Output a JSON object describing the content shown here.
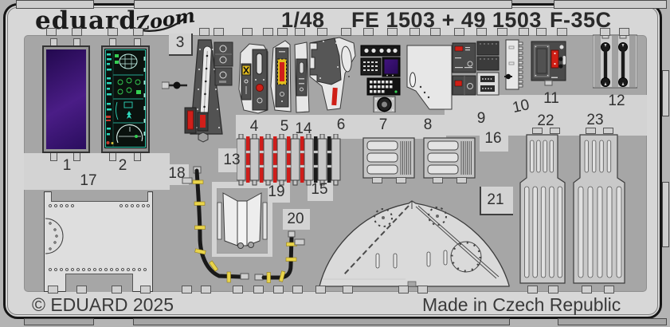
{
  "header": {
    "brand": "eduard",
    "brand_sub": "Zoom",
    "scale": "1/48",
    "product_code": "FE 1503 + 49 1503",
    "subject": "F-35C"
  },
  "footer": {
    "copyright": "© EDUARD 2025",
    "origin": "Made in Czech Republic"
  },
  "part_labels": {
    "p1": "1",
    "p2": "2",
    "p3": "3",
    "p4": "4",
    "p5": "5",
    "p6": "6",
    "p7": "7",
    "p8": "8",
    "p9": "9",
    "p10": "10",
    "p11": "11",
    "p12": "12",
    "p13": "13",
    "p14": "14",
    "p15": "15",
    "p16": "16",
    "p17": "17",
    "p18": "18",
    "p19": "19",
    "p20": "20",
    "p21": "21",
    "p22": "22",
    "p23": "23"
  },
  "colors": {
    "sheet_gray": "#d7d7d7",
    "field_gray": "#a6a6a6",
    "part_red": "#d01f1a",
    "hazard_yellow": "#e3bd1f",
    "wire_band_yellow": "#e9d44b",
    "screen_purple": "#3a1580",
    "display_teal": "#2fd8bc",
    "display_green": "#35cf52",
    "strap_black": "#1a1a1a"
  }
}
